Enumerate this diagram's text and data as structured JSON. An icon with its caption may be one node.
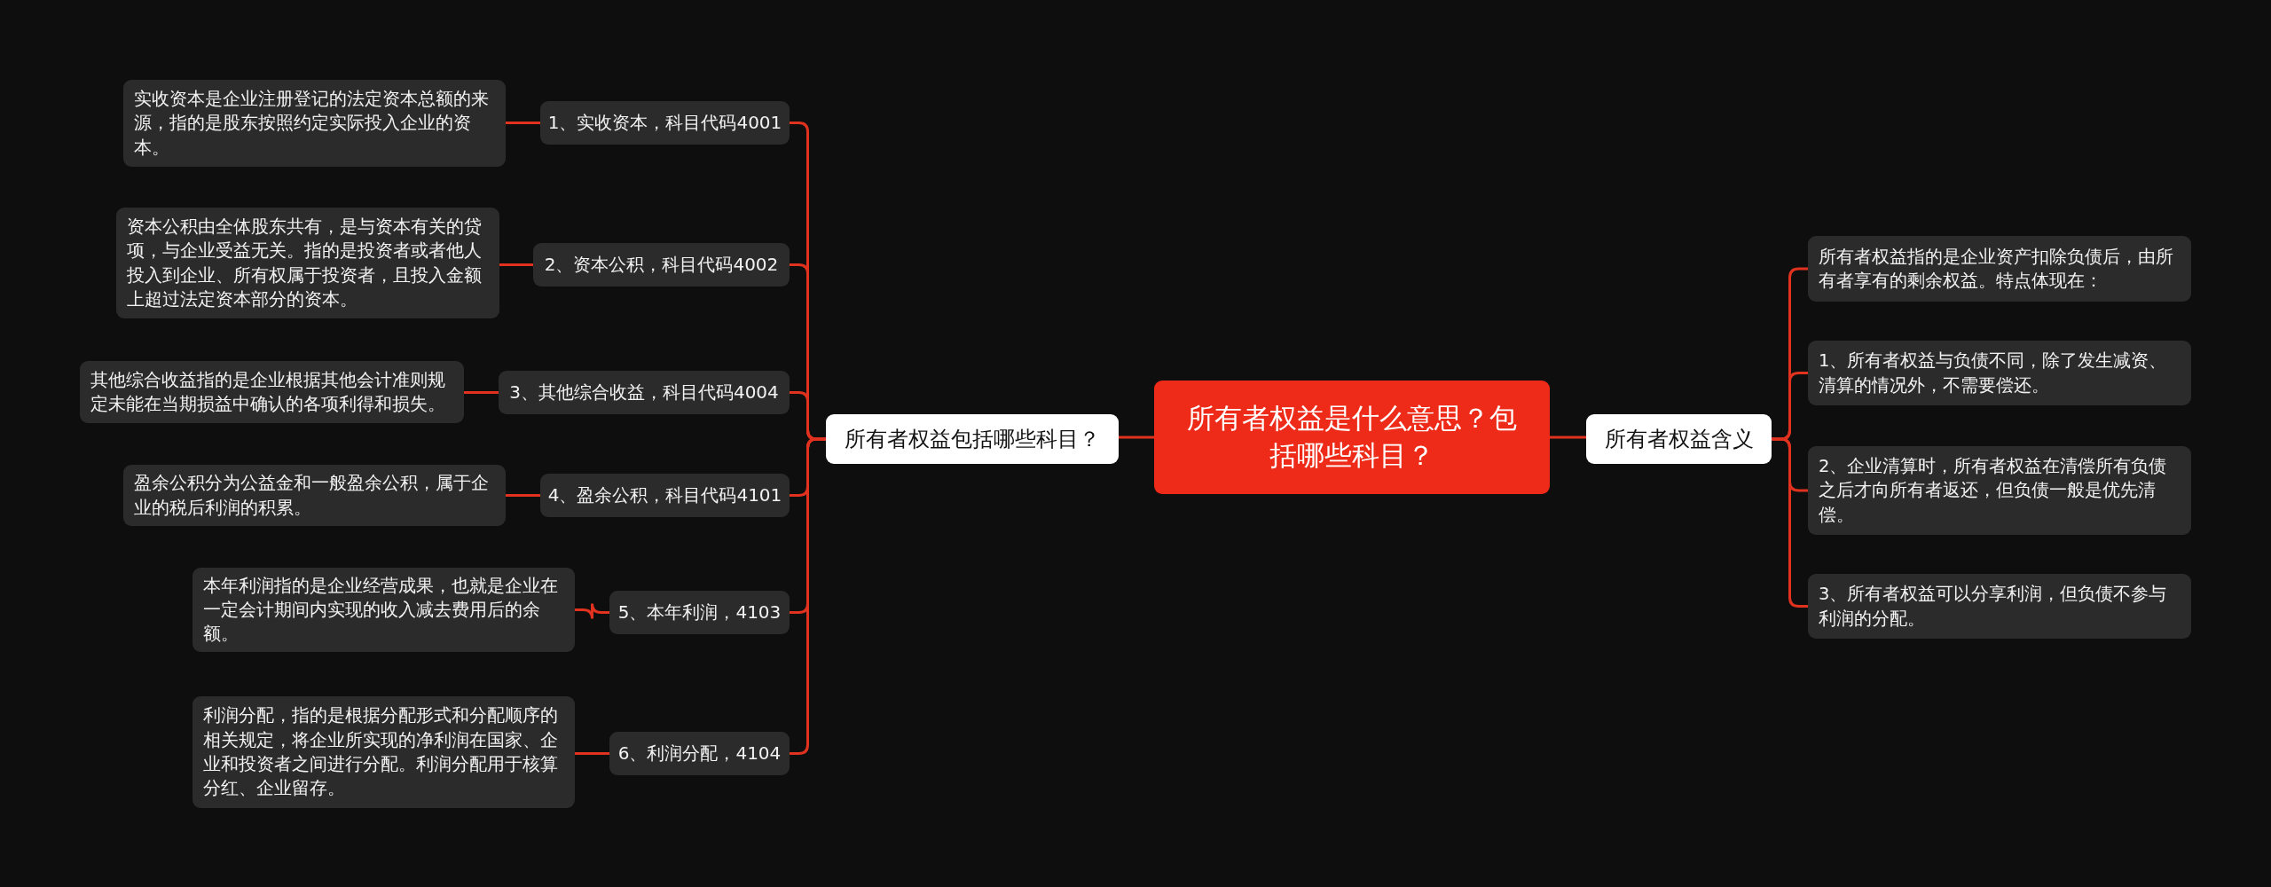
{
  "diagram": {
    "nodes": [
      {
        "text": [
          "所有者权益是什么意思？包括哪些科目？"
        ]
      },
      {
        "text": [
          "所有者权益包括哪些科目？"
        ]
      },
      {
        "text": [
          "所有者权益含义"
        ]
      },
      {
        "text": [
          "1、实收资本，科目代码4001"
        ]
      },
      {
        "text": [
          "2、资本公积，科目代码4002"
        ]
      },
      {
        "text": [
          "3、其他综合收益，科目代码4004"
        ]
      },
      {
        "text": [
          "4、盈余公积，科目代码4101"
        ]
      },
      {
        "text": [
          "5、本年利润，4103"
        ]
      },
      {
        "text": [
          "6、利润分配，4104"
        ]
      },
      {
        "text": [
          "实收资本是企业注册登记的法定资本总额的来源，指的是股东按照约定实际投入企业的资本。"
        ]
      },
      {
        "text": [
          "资本公积由全体股东共有，是与资本有关的贷项，与企业受益无关。指的是投资者或者他人投入到企业、所有权属于投资者，且投入金额上超过法定资本部分的资本。"
        ]
      },
      {
        "text": [
          "其他综合收益指的是企业根据其他会计准则规定未能在当期损益中确认的各项利得和损失。"
        ]
      },
      {
        "text": [
          "盈余公积分为公益金和一般盈余公积，属于企业的税后利润的积累。"
        ]
      },
      {
        "text": [
          "本年利润指的是企业经营成果，也就是企业在一定会计期间内实现的收入减去费用后的余额。"
        ]
      },
      {
        "text": [
          "利润分配，指的是根据分配形式和分配顺序的相关规定，将企业所实现的净利润在国家、企业和投资者之间进行分配。利润分配用于核算分红、企业留存。"
        ]
      },
      {
        "text": [
          "所有者权益指的是企业资产扣除负债后，由所有者享有的剩余权益。特点体现在："
        ]
      },
      {
        "text": [
          "1、所有者权益与负债不同，除了发生减资、清算的情况外，不需要偿还。"
        ]
      },
      {
        "text": [
          "2、企业清算时，所有者权益在清偿所有负债之后才向所有者返还，但负债一般是优先清偿。"
        ]
      },
      {
        "text": [
          "3、所有者权益可以分享利润，但负债不参与利润的分配。"
        ]
      }
    ],
    "edges": [
      {
        "from": 0,
        "to": 1,
        "arrow": "none"
      },
      {
        "from": 0,
        "to": 2,
        "arrow": "none"
      },
      {
        "from": 1,
        "to": 3,
        "arrow": "none"
      },
      {
        "from": 1,
        "to": 4,
        "arrow": "none"
      },
      {
        "from": 1,
        "to": 5,
        "arrow": "none"
      },
      {
        "from": 1,
        "to": 6,
        "arrow": "none"
      },
      {
        "from": 1,
        "to": 7,
        "arrow": "none"
      },
      {
        "from": 1,
        "to": 8,
        "arrow": "none"
      },
      {
        "from": 3,
        "to": 9,
        "arrow": "none"
      },
      {
        "from": 4,
        "to": 10,
        "arrow": "none"
      },
      {
        "from": 5,
        "to": 11,
        "arrow": "none"
      },
      {
        "from": 6,
        "to": 12,
        "arrow": "none"
      },
      {
        "from": 7,
        "to": 13,
        "arrow": "none"
      },
      {
        "from": 8,
        "to": 14,
        "arrow": "none"
      },
      {
        "from": 2,
        "to": 15,
        "arrow": "none"
      },
      {
        "from": 2,
        "to": 16,
        "arrow": "none"
      },
      {
        "from": 2,
        "to": 17,
        "arrow": "none"
      },
      {
        "from": 2,
        "to": 18,
        "arrow": "none"
      }
    ]
  }
}
